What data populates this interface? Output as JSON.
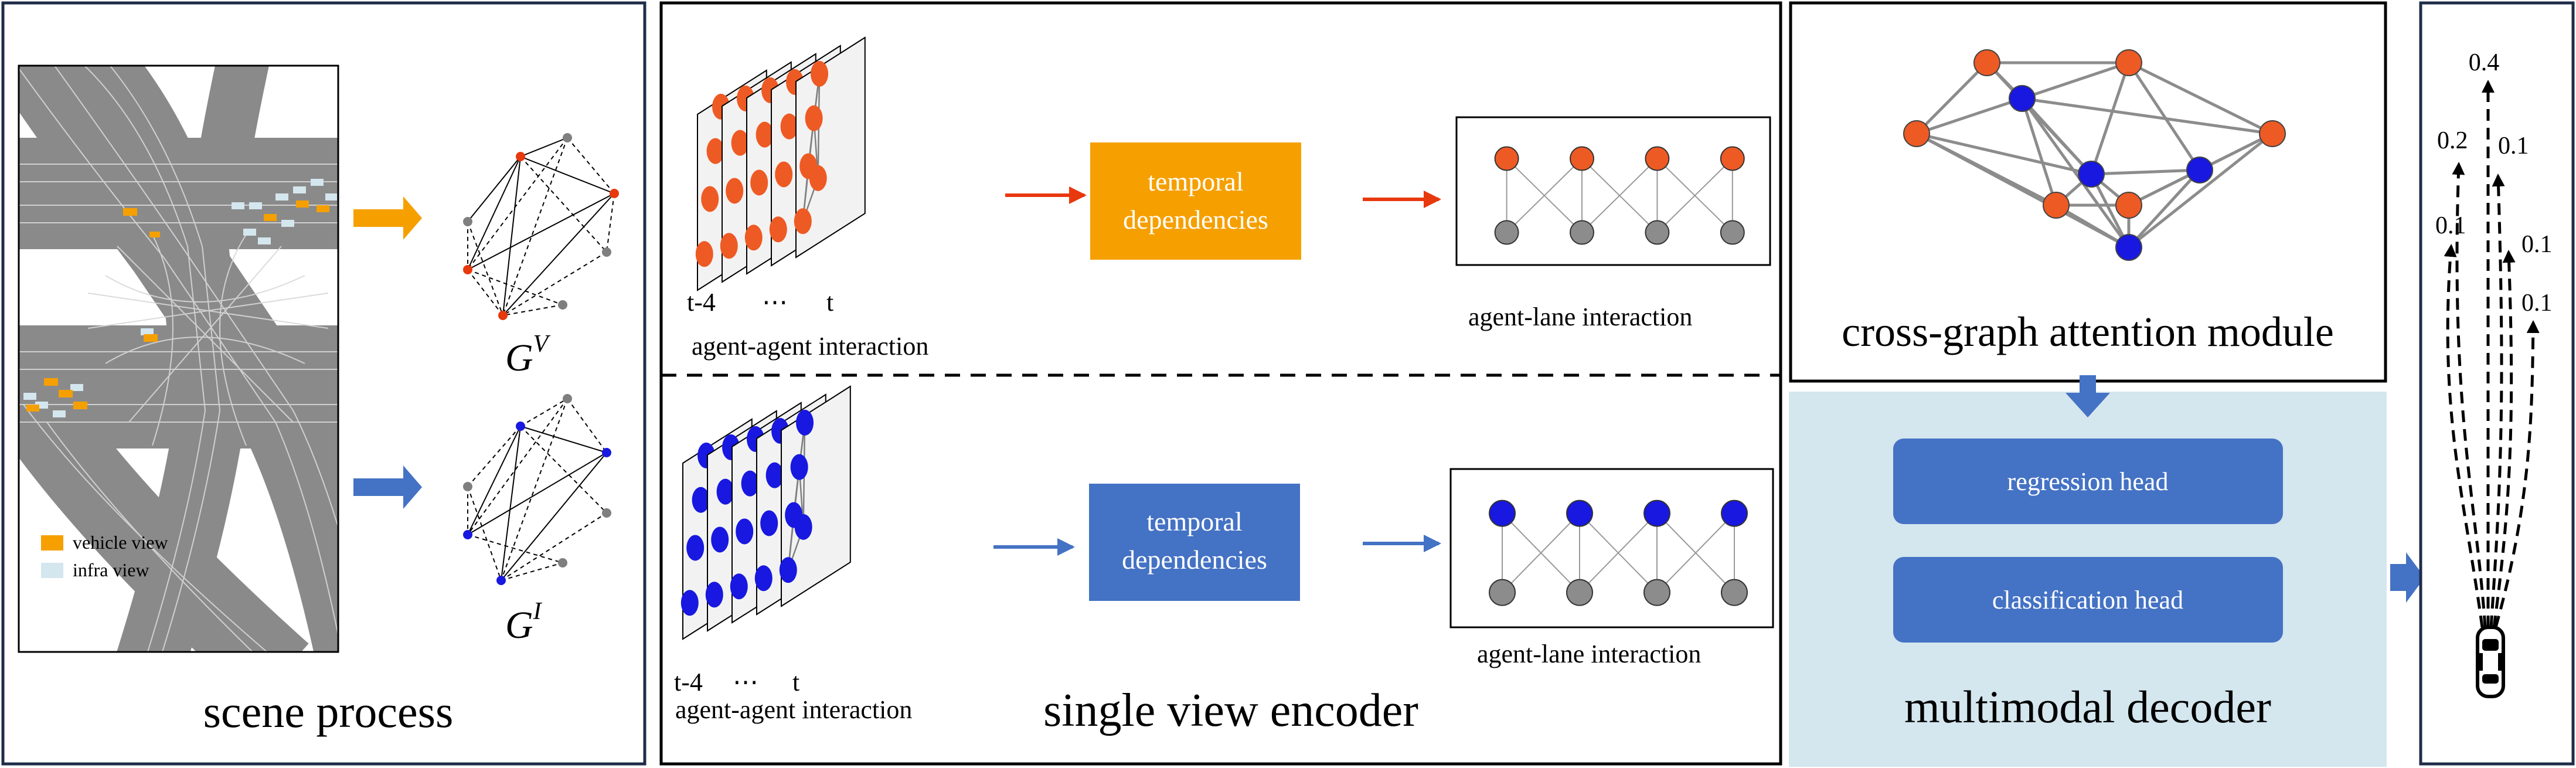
{
  "panels": {
    "scene": {
      "title": "scene process",
      "legend": {
        "vehicle": "vehicle view",
        "infra": "infra view"
      },
      "graph_v": {
        "letter": "G",
        "sup": "V"
      },
      "graph_i": {
        "letter": "G",
        "sup": "I"
      }
    },
    "encoder": {
      "title": "single view encoder",
      "top": {
        "time_labels": [
          "t-4",
          "⋯",
          "t"
        ],
        "agent_label": "agent-agent interaction",
        "temporal_label_1": "temporal",
        "temporal_label_2": "dependencies",
        "lane_label": "agent-lane interaction"
      },
      "bottom": {
        "time_labels": [
          "t-4",
          "⋯",
          "t"
        ],
        "agent_label": "agent-agent interaction",
        "temporal_label_1": "temporal",
        "temporal_label_2": "dependencies",
        "lane_label": "agent-lane interaction"
      }
    },
    "cross": {
      "title": "cross-graph attention module"
    },
    "decoder": {
      "title": "multimodal decoder",
      "regression": "regression head",
      "classification": "classification head"
    },
    "output": {
      "probabilities": [
        "0.4",
        "0.2",
        "0.1",
        "0.1",
        "0.1",
        "0.1"
      ]
    }
  },
  "colors": {
    "vehicle": "#F5A000",
    "infra": "#4472C4",
    "agent_red": "#EE5A24",
    "agent_blue": "#1818E0",
    "lane_gray": "#8C8C8C",
    "decoder_bg": "#D4E6EE",
    "panel_border": "#1F2D4A",
    "road": "#8A8A8A"
  }
}
